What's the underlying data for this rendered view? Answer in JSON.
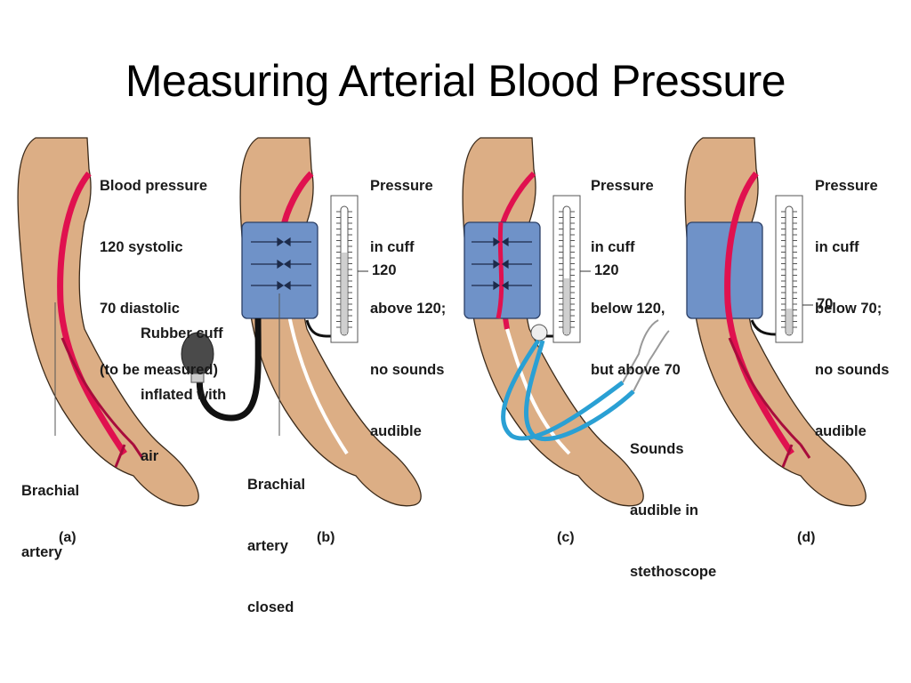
{
  "title": "Measuring Arterial Blood Pressure",
  "colors": {
    "skin": "#dcae85",
    "artery": "#e0114f",
    "cuff": "#6f92c8",
    "stethoscope": "#2aa0d4",
    "bulb": "#4a4a4a",
    "gauge_fill": "#cfcfcf"
  },
  "panels": [
    {
      "id": "a",
      "letter": "(a)",
      "description": [
        "Blood pressure",
        "120 systolic",
        "70 diastolic",
        "(to be measured)"
      ],
      "callout": [
        "Brachial",
        "artery"
      ],
      "artery_state": "open"
    },
    {
      "id": "b",
      "letter": "(b)",
      "description": [
        "Pressure",
        "in cuff",
        "above 120;",
        "no sounds",
        "audible"
      ],
      "cuff_label": [
        "Rubber cuff",
        "inflated with",
        "air"
      ],
      "callout": [
        "Brachial",
        "artery",
        "closed"
      ],
      "gauge_label": "120",
      "artery_state": "closed"
    },
    {
      "id": "c",
      "letter": "(c)",
      "description": [
        "Pressure",
        "in cuff",
        "below 120,",
        "but above 70"
      ],
      "callout": [
        "Sounds",
        "audible in",
        "stethoscope"
      ],
      "gauge_label": "120",
      "artery_state": "partially open"
    },
    {
      "id": "d",
      "letter": "(d)",
      "description": [
        "Pressure",
        "in cuff",
        "below 70;",
        "no sounds",
        "audible"
      ],
      "gauge_label": "70",
      "artery_state": "open"
    }
  ]
}
